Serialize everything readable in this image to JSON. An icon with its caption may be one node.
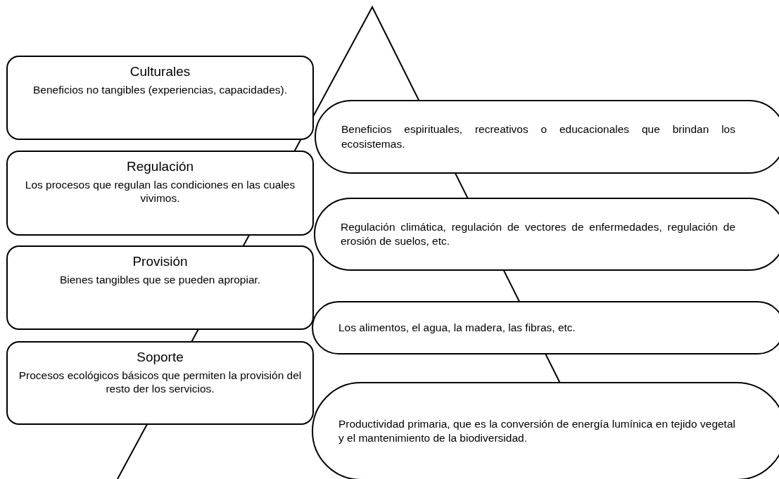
{
  "diagram": {
    "nodes": [
      {
        "text": [
          "Culturales",
          "Beneficios no tangibles (experiencias, capacidades)."
        ]
      },
      {
        "text": [
          "Regulación",
          "Los procesos que regulan las condiciones en las cuales vivimos."
        ]
      },
      {
        "text": [
          "Provisión",
          "Bienes tangibles que se pueden apropiar."
        ]
      },
      {
        "text": [
          "Soporte",
          "Procesos ecológicos básicos que permiten la provisión del resto der los servicios."
        ]
      },
      {
        "text": [
          "Beneficios espirituales, recreativos o educacionales que brindan los ecosistemas."
        ]
      },
      {
        "text": [
          "Regulación climática, regulación de vectores de enfermedades, regulación de erosión de suelos, etc."
        ]
      },
      {
        "text": [
          "Los alimentos, el agua, la madera, las fibras, etc."
        ]
      },
      {
        "text": [
          "Productividad primaria, que es la conversión de energía lumínica en tejido vegetal y el mantenimiento de la biodiversidad."
        ]
      }
    ]
  }
}
